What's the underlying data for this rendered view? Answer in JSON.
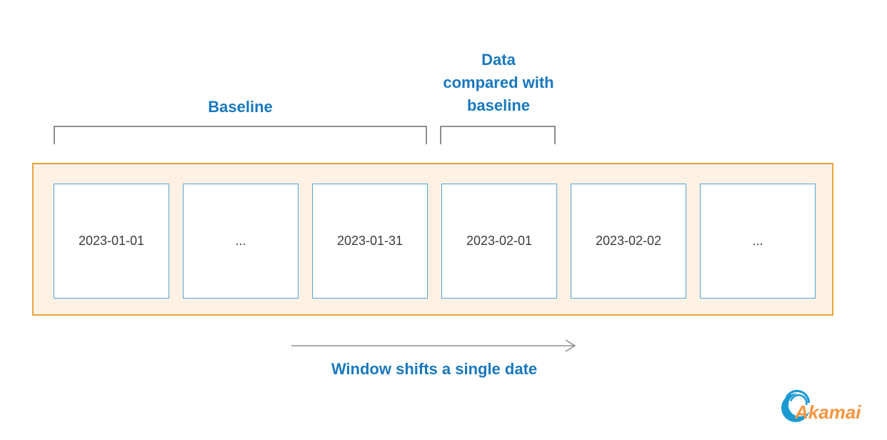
{
  "diagram": {
    "comparison_label_lines": [
      "Data",
      "compared with",
      "baseline"
    ],
    "baseline_label": "Baseline",
    "cells": [
      {
        "label": "2023-01-01"
      },
      {
        "label": "..."
      },
      {
        "label": "2023-01-31"
      },
      {
        "label": "2023-02-01"
      },
      {
        "label": "2023-02-02"
      },
      {
        "label": "..."
      }
    ],
    "arrow_caption": "Window shifts a single date",
    "logo_text": "Akamai"
  },
  "icons": {
    "shift_arrow": "right-arrow",
    "logo_mark": "akamai-wave"
  },
  "colors": {
    "label_blue": "#1878be",
    "cell_border_blue": "#54a4d4",
    "container_border_orange": "#e9a23b",
    "container_fill_peach": "#fdf1e3",
    "bracket_arrow_gray": "#8e8e8e",
    "cell_text": "#3c3c3c",
    "logo_blue": "#1b9ad2",
    "logo_orange": "#f6953e"
  }
}
